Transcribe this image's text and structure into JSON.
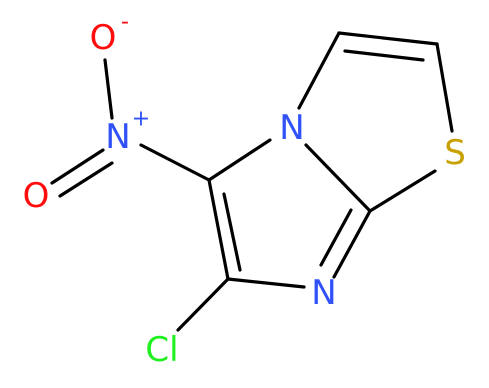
{
  "molecule": {
    "atoms": {
      "o_minus": {
        "symbol": "O",
        "charge": "-",
        "color": "#ff0d0d"
      },
      "n_plus": {
        "symbol": "N",
        "charge": "+",
        "color": "#3050f8"
      },
      "o_double": {
        "symbol": "O",
        "color": "#ff0d0d"
      },
      "n_ring_top": {
        "symbol": "N",
        "color": "#3050f8"
      },
      "s_ring": {
        "symbol": "S",
        "color": "#c8a000"
      },
      "n_ring_bottom": {
        "symbol": "N",
        "color": "#3050f8"
      },
      "cl": {
        "symbol": "Cl",
        "color": "#1ff01f"
      }
    }
  }
}
